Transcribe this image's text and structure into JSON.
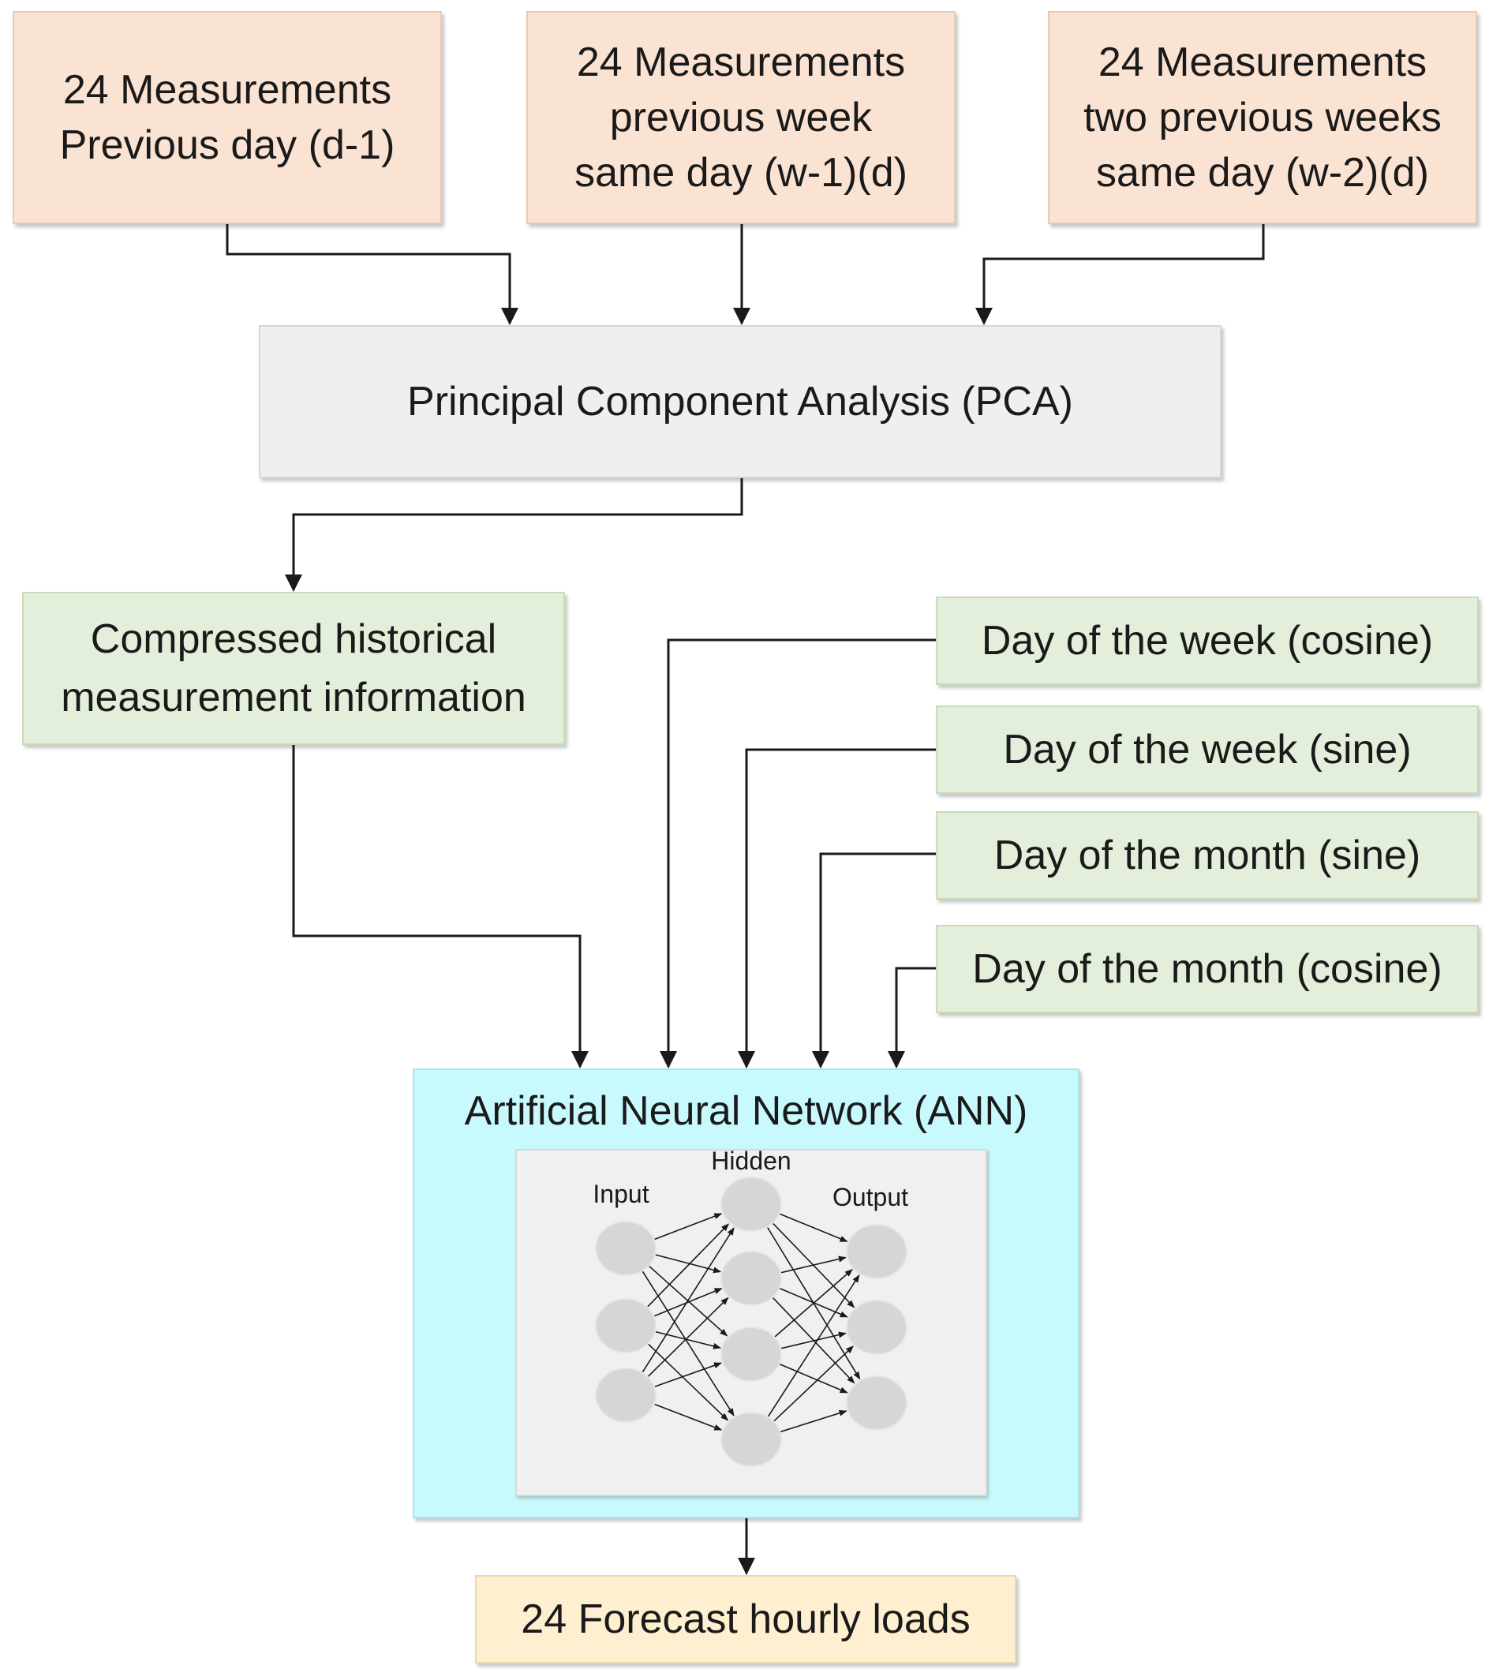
{
  "inputs": {
    "previous_day": "24 Measurements\nPrevious day (d-1)",
    "previous_week": "24 Measurements\nprevious week\nsame day (w-1)(d)",
    "two_weeks": "24 Measurements\ntwo previous weeks\nsame day (w-2)(d)"
  },
  "pca": {
    "label": "Principal Component Analysis (PCA)"
  },
  "compressed": {
    "label": "Compressed historical\nmeasurement information"
  },
  "features": {
    "dow_cos": "Day of the week (cosine)",
    "dow_sin": "Day of the week (sine)",
    "dom_sin": "Day of the month (sine)",
    "dom_cos": "Day of the month (cosine)"
  },
  "ann": {
    "title": "Artificial Neural Network (ANN)",
    "layers": {
      "input": "Input",
      "hidden": "Hidden",
      "output": "Output"
    }
  },
  "output": {
    "label": "24 Forecast hourly loads"
  },
  "colors": {
    "input_box": "#fbe3d4",
    "pca_box": "#efefef",
    "feature_box": "#e3efda",
    "ann_box": "#c8fafd",
    "output_box": "#fdefcf",
    "neuron": "#d6d6d6"
  }
}
